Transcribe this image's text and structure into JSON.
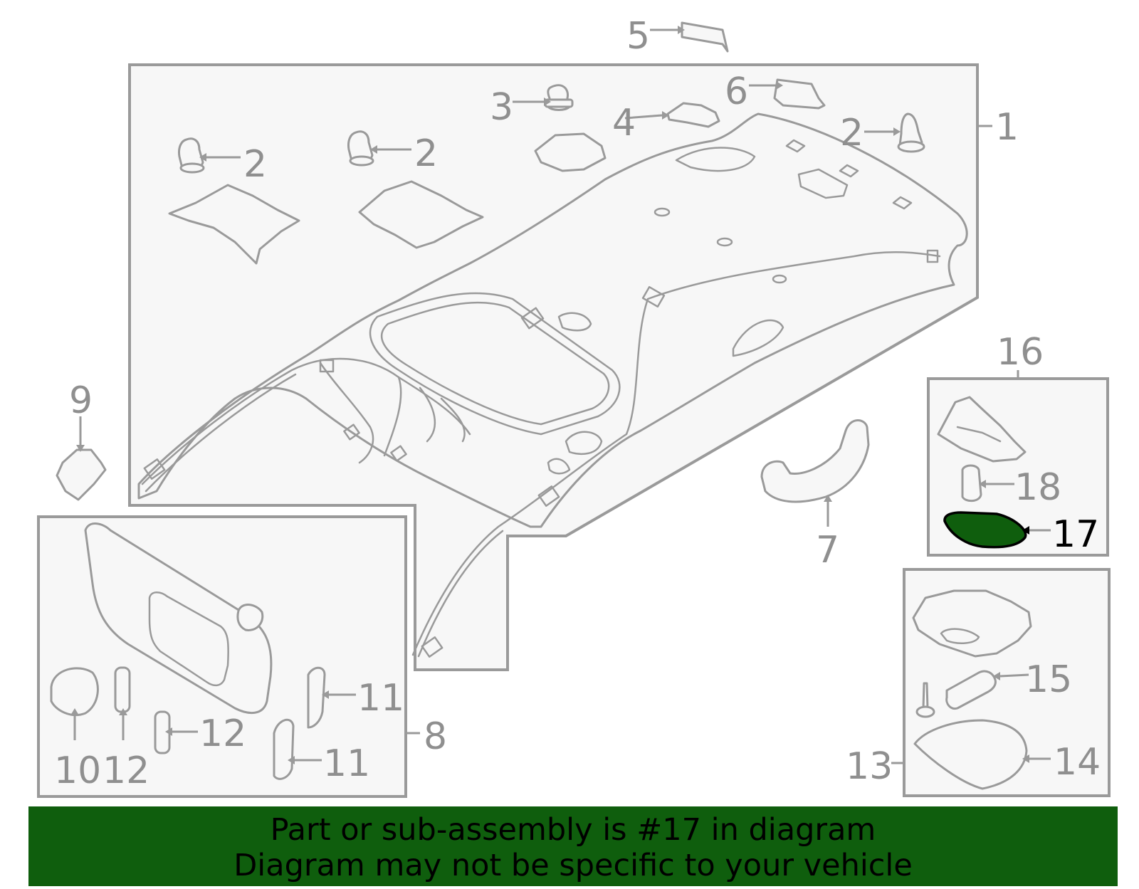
{
  "colors": {
    "line": "#9a9a9a",
    "fill": "#f7f7f7",
    "highlight_fill": "#0f5e0d",
    "banner": "#0f5e0d",
    "text": "#8f8f8f",
    "highlight_text": "#000000"
  },
  "callouts": {
    "c1": "1",
    "c2a": "2",
    "c2b": "2",
    "c2c": "2",
    "c3": "3",
    "c4": "4",
    "c5": "5",
    "c6": "6",
    "c7": "7",
    "c8": "8",
    "c9": "9",
    "c10": "10",
    "c11a": "11",
    "c11b": "11",
    "c12a": "12",
    "c12b": "12",
    "c13": "13",
    "c14": "14",
    "c15": "15",
    "c16": "16",
    "c17": "17",
    "c18": "18"
  },
  "banner": {
    "line1": "Part or sub-assembly is #17 in diagram",
    "line2": "Diagram may not be specific to your vehicle"
  }
}
